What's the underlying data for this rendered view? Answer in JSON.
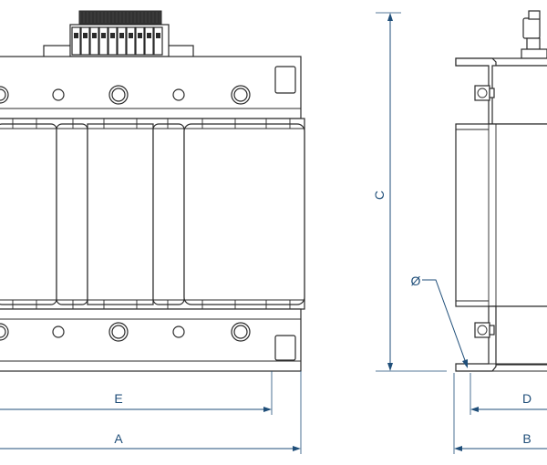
{
  "dimensions": {
    "A": "A",
    "B": "B",
    "C": "C",
    "D": "D",
    "E": "E",
    "diameter": "Ø"
  },
  "colors": {
    "outline": "#2a2a2a",
    "dimension": "#1f4e79",
    "background": "#ffffff"
  }
}
